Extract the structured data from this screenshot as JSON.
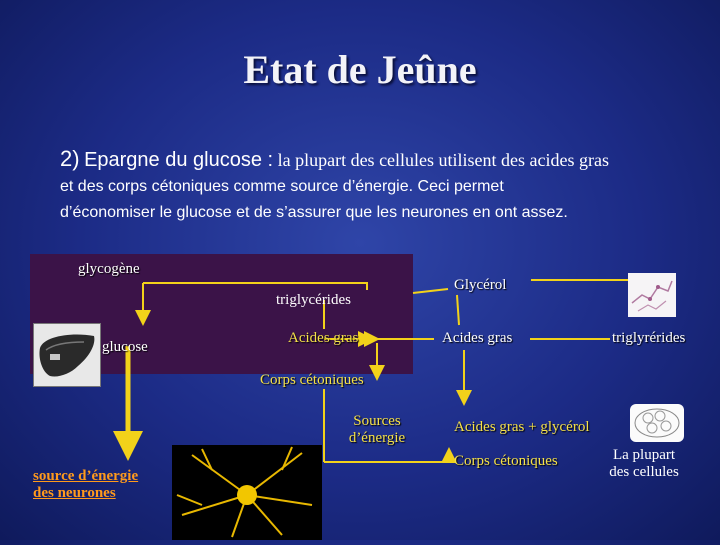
{
  "title": "Etat de Jeûne",
  "paragraph": {
    "number": "2)",
    "heading": "Epargne du glucose :",
    "line1_rest": "la plupart des cellules utilisent des acides gras",
    "line2": "et des corps cétoniques comme source d’énergie. Ceci permet",
    "line3": "d’économiser le glucose et de s’assurer que les neurones en ont assez."
  },
  "diagram": {
    "glycogene": "glycogène",
    "glucose": "glucose",
    "triglycerides": "triglycérides",
    "acides_gras_left": "Acides gras",
    "glycerol": "Glycérol",
    "acides_gras_right": "Acides gras",
    "triglyrerides": "triglyrérides",
    "corps_cetoniques": "Corps cétoniques",
    "sources_energie_1": "Sources",
    "sources_energie_2": "d’énergie",
    "acides_gras_glycerol": "Acides gras + glycérol",
    "corps_cetoniques_2": "Corps cétoniques",
    "la_plupart_1": "La plupart",
    "la_plupart_2": "des cellules",
    "source_neurones_1": "source d’énergie",
    "source_neurones_2": "des neurones"
  },
  "colors": {
    "background": "#1c2b86",
    "panel": "#3b1348",
    "arrow": "#f2d21a",
    "highlight_text": "#f4e04a",
    "neuron_text": "#ff9a1c"
  },
  "icons": [
    "liver-icon",
    "adipose-cell-icon",
    "fat-cell-icon",
    "neuron-image"
  ]
}
